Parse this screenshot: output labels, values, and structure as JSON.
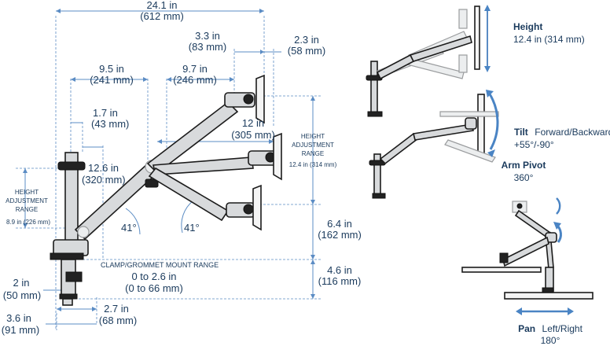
{
  "colors": {
    "dimension_line": "#5b8cc4",
    "text": "#1a3a5c",
    "rotation_arrow": "#4a84c4"
  },
  "dimensions": {
    "overall_width": {
      "inches": "24.1 in",
      "mm": "(612 mm)"
    },
    "depth_a": {
      "inches": "3.3 in",
      "mm": "(83 mm)"
    },
    "depth_b": {
      "inches": "2.3 in",
      "mm": "(58 mm)"
    },
    "lower_arm_reach": {
      "inches": "9.5 in",
      "mm": "(241 mm)"
    },
    "upper_arm_reach": {
      "inches": "9.7 in",
      "mm": "(246 mm)"
    },
    "pole_offset": {
      "inches": "1.7 in",
      "mm": "(43 mm)"
    },
    "lower_arm_span": {
      "inches": "12.6 in",
      "mm": "(320 mm)"
    },
    "upper_arm_span": {
      "inches": "12 in",
      "mm": "(305 mm)"
    },
    "lower_height_range": {
      "line1": "HEIGHT",
      "line2": "ADJUSTMENT",
      "line3": "RANGE",
      "value": "8.9 in (226 mm)"
    },
    "upper_height_range": {
      "line1": "HEIGHT",
      "line2": "ADJUSTMENT",
      "line3": "RANGE",
      "value": "12.4 in (314 mm)"
    },
    "angle_left": "41°",
    "angle_right": "41°",
    "mount_height": {
      "inches": "6.4 in",
      "mm": "(162 mm)"
    },
    "base_height": {
      "inches": "4.6 in",
      "mm": "(116 mm)"
    },
    "clamp_label": "CLAMP/GROMMET MOUNT RANGE",
    "clamp_range": {
      "inches": "0 to 2.6 in",
      "mm": "(0 to 66 mm)"
    },
    "clamp_depth": {
      "inches": "2 in",
      "mm": "(50 mm)"
    },
    "base_width": {
      "inches": "2.7 in",
      "mm": "(68 mm)"
    },
    "base_depth": {
      "inches": "3.6 in",
      "mm": "(91 mm)"
    }
  },
  "features": {
    "height": {
      "title": "Height",
      "value": "12.4 in (314 mm)"
    },
    "tilt": {
      "title": "Tilt",
      "title_rest": "Forward/Backward",
      "value": "+55°/-90°"
    },
    "arm_pivot": {
      "title": "Arm Pivot",
      "value": "360°"
    },
    "pan": {
      "title": "Pan",
      "title_rest": "Left/Right",
      "value": "180°"
    }
  }
}
